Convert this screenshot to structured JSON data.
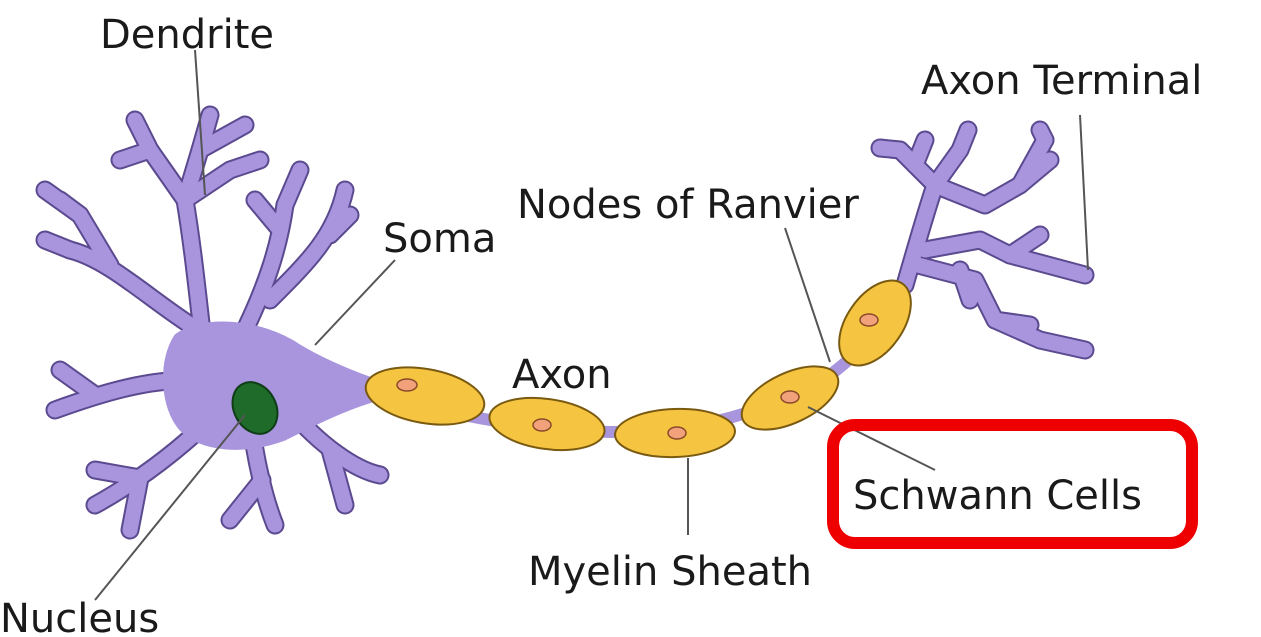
{
  "labels": {
    "dendrite": "Dendrite",
    "axon_terminal": "Axon Terminal",
    "nodes_of_ranvier": "Nodes of Ranvier",
    "soma": "Soma",
    "axon": "Axon",
    "schwann_cells": "Schwann Cells",
    "myelin_sheath": "Myelin Sheath",
    "nucleus": "Nucleus"
  },
  "colors": {
    "neuron_body": "#a895dd",
    "neuron_outline": "#5b4a8f",
    "myelin": "#f5c542",
    "myelin_outline": "#7a5a10",
    "schwann_nucleus": "#f1a27a",
    "nucleus": "#1f6b2a",
    "leader_line": "#555555",
    "highlight_box": "#ee0000"
  },
  "highlight": {
    "target": "schwann_cells"
  }
}
